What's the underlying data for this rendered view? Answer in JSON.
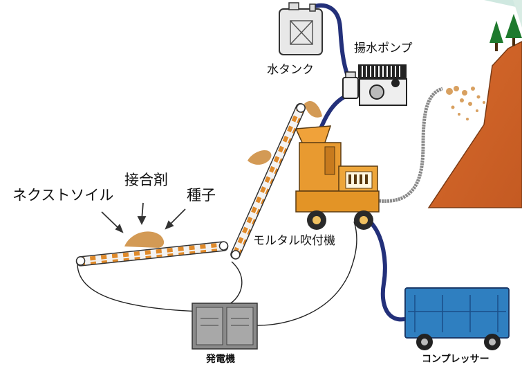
{
  "labels": {
    "water_tank": "水タンク",
    "pump": "揚水ポンプ",
    "next_soil": "ネクストソイル",
    "binder": "接合剤",
    "seed": "種子",
    "mortar_sprayer": "モルタル吹付機",
    "generator": "発電機",
    "compressor": "コンプレッサー"
  }
}
